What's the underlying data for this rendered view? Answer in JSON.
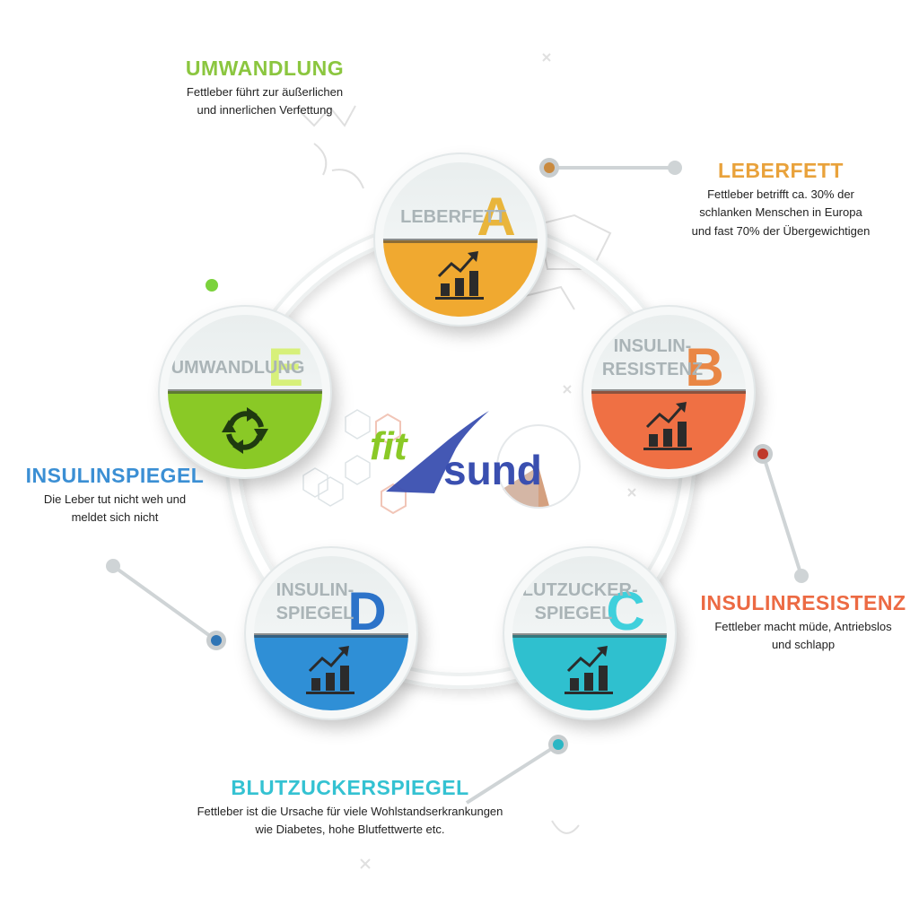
{
  "logo": {
    "text_left": "fit",
    "text_right": "sund"
  },
  "colors": {
    "green": "#8ac926",
    "orange": "#f0a930",
    "coral": "#ef7044",
    "teal": "#2fc0cf",
    "blue": "#2f8fd6",
    "callout_leberfett": "#e9a23b",
    "callout_insulinresistenz": "#ec6a43",
    "callout_blutzucker": "#34c2d2",
    "callout_insulinspiegel": "#3b8fd4",
    "callout_umwandlung": "#8bc63f"
  },
  "nodes": [
    {
      "id": "a",
      "label_lines": [
        "LEBERFETT"
      ],
      "letter": "A",
      "icon": "growth-chart-icon"
    },
    {
      "id": "b",
      "label_lines": [
        "INSULIN-",
        "RESISTENZ"
      ],
      "letter": "B",
      "icon": "growth-chart-icon"
    },
    {
      "id": "c",
      "label_lines": [
        "BLUTZUCKER-",
        "SPIEGEL"
      ],
      "letter": "C",
      "icon": "growth-chart-icon"
    },
    {
      "id": "d",
      "label_lines": [
        "INSULIN-",
        "SPIEGEL"
      ],
      "letter": "D",
      "icon": "growth-chart-icon"
    },
    {
      "id": "e",
      "label_lines": [
        "UMWANDLUNG"
      ],
      "letter": "E",
      "icon": "recycle-arrows-icon"
    }
  ],
  "callouts": {
    "leberfett": {
      "title": "LEBERFETT",
      "lines": [
        "Fettleber betrifft ca. 30% der",
        "schlanken Menschen in Europa",
        "und fast 70% der Übergewichtigen"
      ]
    },
    "insulinresistenz": {
      "title": "INSULINRESISTENZ",
      "lines": [
        "Fettleber macht müde, Antriebslos",
        "und schlapp"
      ]
    },
    "blutzucker": {
      "title": "BLUTZUCKERSPIEGEL",
      "lines": [
        "Fettleber ist die Ursache für viele Wohlstandserkrankungen",
        "wie Diabetes, hohe Blutfettwerte etc."
      ]
    },
    "insulinspiegel": {
      "title": "INSULINSPIEGEL",
      "lines": [
        "Die Leber tut nicht weh und",
        "meldet sich nicht"
      ]
    },
    "umwandlung": {
      "title": "UMWANDLUNG",
      "lines": [
        "Fettleber führt zur äußerlichen",
        "und innerlichen Verfettung"
      ]
    }
  }
}
